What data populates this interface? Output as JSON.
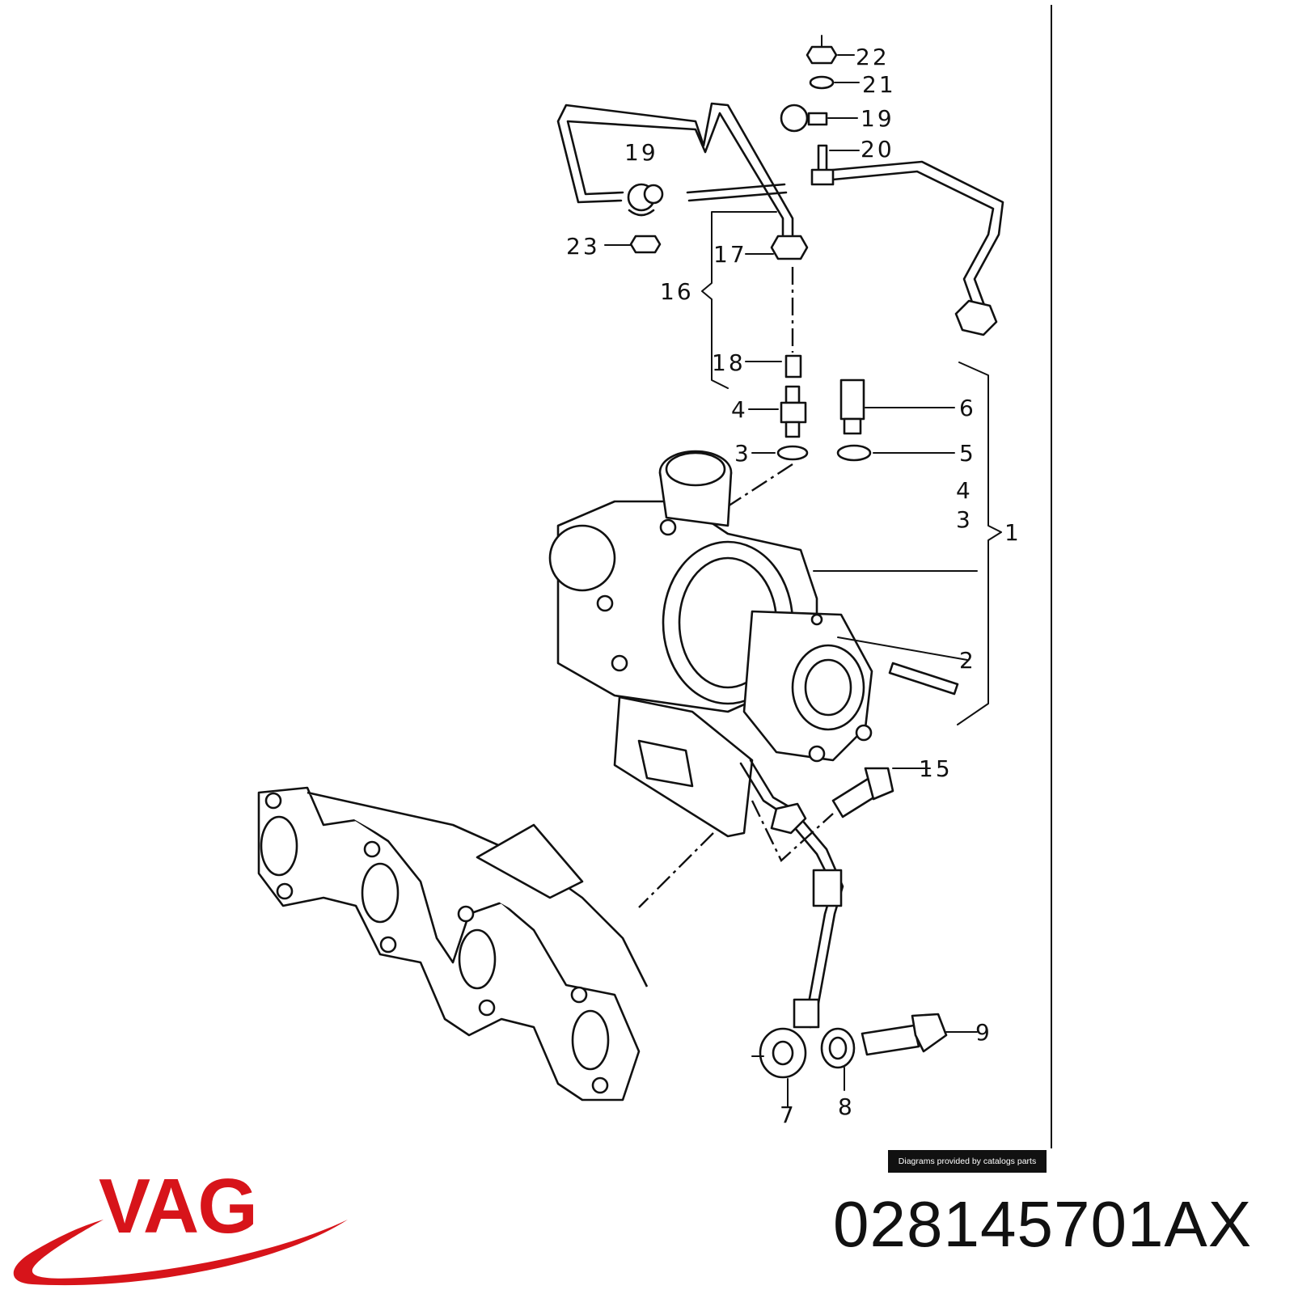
{
  "diagram": {
    "callouts": [
      {
        "id": "c22",
        "text": "22"
      },
      {
        "id": "c21",
        "text": "21"
      },
      {
        "id": "c19a",
        "text": "19"
      },
      {
        "id": "c20",
        "text": "20"
      },
      {
        "id": "c19b",
        "text": "19"
      },
      {
        "id": "c23",
        "text": "23"
      },
      {
        "id": "c17",
        "text": "17"
      },
      {
        "id": "c16",
        "text": "16"
      },
      {
        "id": "c18",
        "text": "18"
      },
      {
        "id": "c4a",
        "text": "4"
      },
      {
        "id": "c6",
        "text": "6"
      },
      {
        "id": "c3a",
        "text": "3"
      },
      {
        "id": "c5",
        "text": "5"
      },
      {
        "id": "c4b",
        "text": "4"
      },
      {
        "id": "c3b",
        "text": "3"
      },
      {
        "id": "c1",
        "text": "1"
      },
      {
        "id": "c2",
        "text": "2"
      },
      {
        "id": "c15",
        "text": "15"
      },
      {
        "id": "c9",
        "text": "9"
      },
      {
        "id": "c7",
        "text": "7"
      },
      {
        "id": "c8",
        "text": "8"
      }
    ],
    "credit": "Diagrams provided by catalogs parts"
  },
  "brand": {
    "logo_text": "VAG",
    "logo_color": "#d7141a",
    "part_number": "028145701AX"
  }
}
